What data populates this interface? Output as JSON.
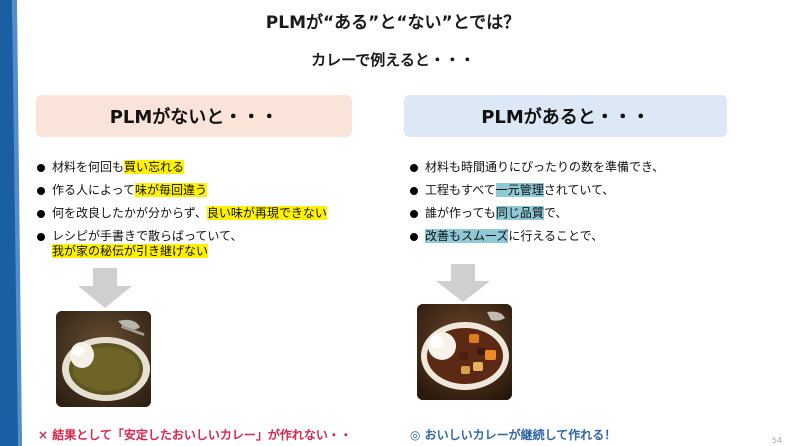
{
  "header": {
    "title": "PLMが“ある”と“ない”とでは？",
    "subtitle": "カレーで例えると・・・"
  },
  "left": {
    "heading": "PLMがないと・・・",
    "bullets": [
      {
        "pre": "材料を何回も",
        "hl": "買い忘れる",
        "post": ""
      },
      {
        "pre": "作る人によって",
        "hl": "味が毎回違う",
        "post": ""
      },
      {
        "pre": "何を改良したかが分からず、",
        "hl": "良い味が再現できない",
        "post": ""
      },
      {
        "pre": "レシピが手書きで散らばっていて、",
        "hl": "我が家の秘伝が引き継げない",
        "post": ""
      }
    ],
    "image_label": "curry-photo-plain",
    "result": "× 結果として「安定したおいしいカレー」が作れない・・"
  },
  "right": {
    "heading": "PLMがあると・・・",
    "bullets": [
      {
        "pre": "材料も時間通りにぴったりの数を準備でき、",
        "hl": "",
        "post": ""
      },
      {
        "pre": "工程もすべて",
        "hl": "一元管理",
        "post": "されていて、"
      },
      {
        "pre": "誰が作っても",
        "hl": "同じ品質",
        "post": "で、"
      },
      {
        "pre": "",
        "hl": "改善もスムーズ",
        "post": "に行えることで、"
      }
    ],
    "image_label": "curry-photo-rich",
    "result": "◎ おいしいカレーが継続して作れる！"
  },
  "page_number": "54",
  "colors": {
    "left_panel": "#fae3d8",
    "right_panel": "#dce8f5",
    "highlight_yellow": "#fff200",
    "highlight_blue": "#8fc9d6",
    "bad_result": "#d9264a",
    "good_result": "#2f66a8",
    "accent": "#1b5fa3"
  }
}
